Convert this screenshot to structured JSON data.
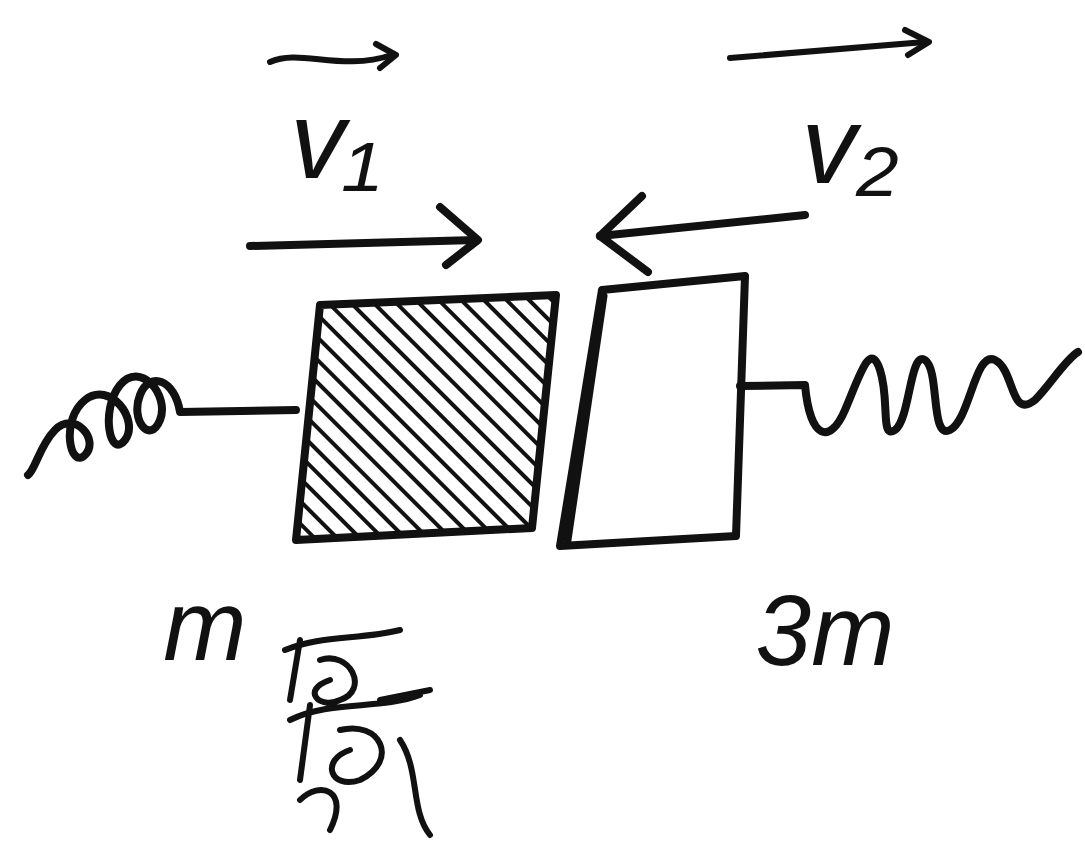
{
  "diagram": {
    "labels": [
      "v₁",
      "v₂",
      "m",
      "3m"
    ]
  }
}
